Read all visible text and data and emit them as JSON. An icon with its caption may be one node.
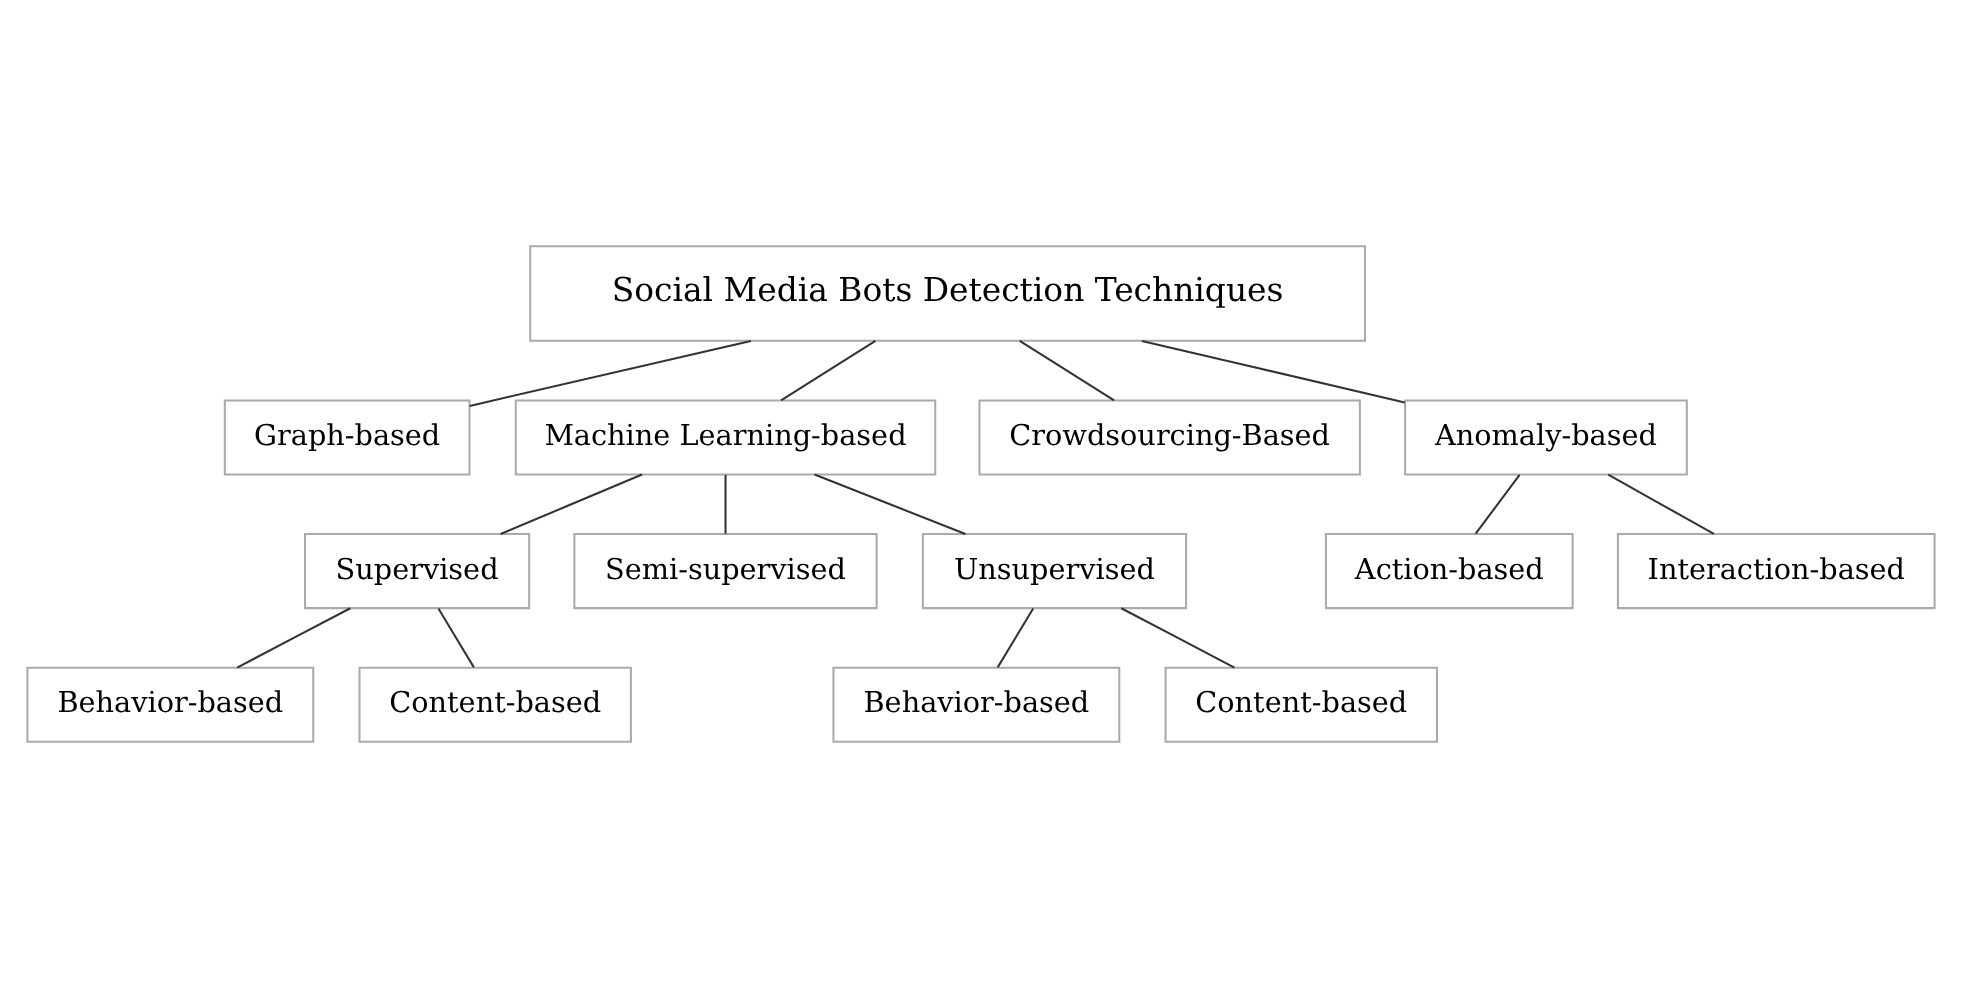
{
  "diagram": {
    "nodes": [
      {
        "text": [
          "Social Media Bots Detection Techniques"
        ]
      },
      {
        "text": [
          "Graph-based"
        ]
      },
      {
        "text": [
          "Machine Learning-based"
        ]
      },
      {
        "text": [
          "Crowdsourcing-Based"
        ]
      },
      {
        "text": [
          "Anomaly-based"
        ]
      },
      {
        "text": [
          "Supervised"
        ]
      },
      {
        "text": [
          "Semi-supervised"
        ]
      },
      {
        "text": [
          "Unsupervised"
        ]
      },
      {
        "text": [
          "Behavior-based"
        ]
      },
      {
        "text": [
          "Content-based"
        ]
      },
      {
        "text": [
          "Behavior-based"
        ]
      },
      {
        "text": [
          "Content-based"
        ]
      },
      {
        "text": [
          "Action-based"
        ]
      },
      {
        "text": [
          "Interaction-based"
        ]
      }
    ],
    "edges": [
      {
        "from": 0,
        "to": 1,
        "arrow": "none"
      },
      {
        "from": 0,
        "to": 2,
        "arrow": "none"
      },
      {
        "from": 0,
        "to": 3,
        "arrow": "none"
      },
      {
        "from": 0,
        "to": 4,
        "arrow": "none"
      },
      {
        "from": 2,
        "to": 5,
        "arrow": "none"
      },
      {
        "from": 2,
        "to": 6,
        "arrow": "none"
      },
      {
        "from": 2,
        "to": 7,
        "arrow": "none"
      },
      {
        "from": 5,
        "to": 8,
        "arrow": "none"
      },
      {
        "from": 5,
        "to": 9,
        "arrow": "none"
      },
      {
        "from": 7,
        "to": 10,
        "arrow": "none"
      },
      {
        "from": 7,
        "to": 11,
        "arrow": "none"
      },
      {
        "from": 4,
        "to": 12,
        "arrow": "none"
      },
      {
        "from": 4,
        "to": 13,
        "arrow": "none"
      }
    ]
  }
}
